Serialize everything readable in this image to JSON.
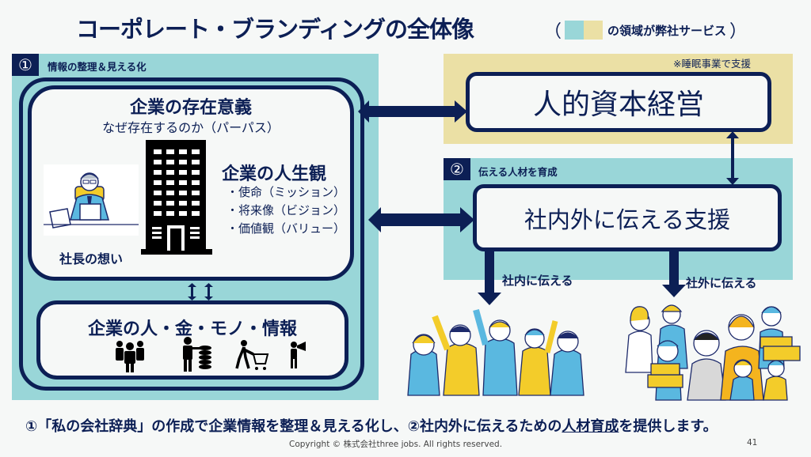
{
  "title": "コーポレート・ブランディングの全体像",
  "legend": {
    "open_paren": "（",
    "close_paren": "）",
    "label": "の領域が弊社サービス",
    "colors": {
      "teal": "#99d6d8",
      "beige": "#ebe0a5"
    }
  },
  "section1": {
    "number": "①",
    "label": "情報の整理＆見える化",
    "purpose_box": {
      "heading": "企業の存在意義",
      "subheading": "なぜ存在するのか（パーパス）",
      "values_heading": "企業の人生観",
      "values_items": [
        "・使命（ミッション）",
        "・将来像（ビジョン）",
        "・価値観（バリュー）"
      ],
      "ceo_label": "社長の想い",
      "icons": [
        "ceo-at-desk-illustration",
        "office-building-icon"
      ]
    },
    "resources_box": {
      "heading": "企業の人・金・モノ・情報",
      "icons": [
        "people-group-icon",
        "person-with-coins-icon",
        "person-with-cart-icon",
        "person-with-megaphone-icon"
      ]
    }
  },
  "human_capital": {
    "note": "※睡眠事業で支援",
    "label": "人的資本経営"
  },
  "section2": {
    "number": "②",
    "label": "伝える人材を育成",
    "support_box": "社内外に伝える支援",
    "arrow_internal": "社内に伝える",
    "arrow_external": "社外に伝える",
    "illustrations": [
      "cheering-office-workers-illustration",
      "diverse-customers-illustration"
    ]
  },
  "summary": {
    "part1": "①「私の会社辞典」の作成で企業情報を整理＆見える化し、②社内外に伝えるための",
    "emphasis": "人材育成",
    "part2": "を提供します。"
  },
  "footer": {
    "copyright": "Copyright © 株式会社three jobs. All rights reserved.",
    "page": "41"
  },
  "colors": {
    "navy": "#0c1f55",
    "teal": "#99d6d8",
    "beige": "#ebe0a5",
    "background": "#f6f8f7"
  }
}
